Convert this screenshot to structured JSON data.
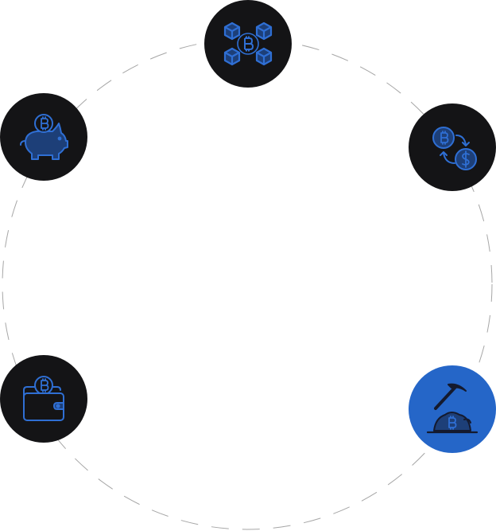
{
  "colors": {
    "node_dark": "#141416",
    "node_active": "#2566c8",
    "icon_blue": "#2f6fd4",
    "icon_fill": "#1d3f78",
    "icon_dark": "#141a2e",
    "ring": "#a6a6a6"
  },
  "nodes": [
    {
      "id": "node-top",
      "icon": "blockchain-bitcoin-network-icon",
      "active": false
    },
    {
      "id": "node-left-top",
      "icon": "piggy-bank-bitcoin-icon",
      "active": false
    },
    {
      "id": "node-right-top",
      "icon": "bitcoin-dollar-exchange-icon",
      "active": false
    },
    {
      "id": "node-left-bottom",
      "icon": "bitcoin-wallet-icon",
      "active": false
    },
    {
      "id": "node-right-bottom",
      "icon": "bitcoin-mining-icon",
      "active": true
    }
  ]
}
